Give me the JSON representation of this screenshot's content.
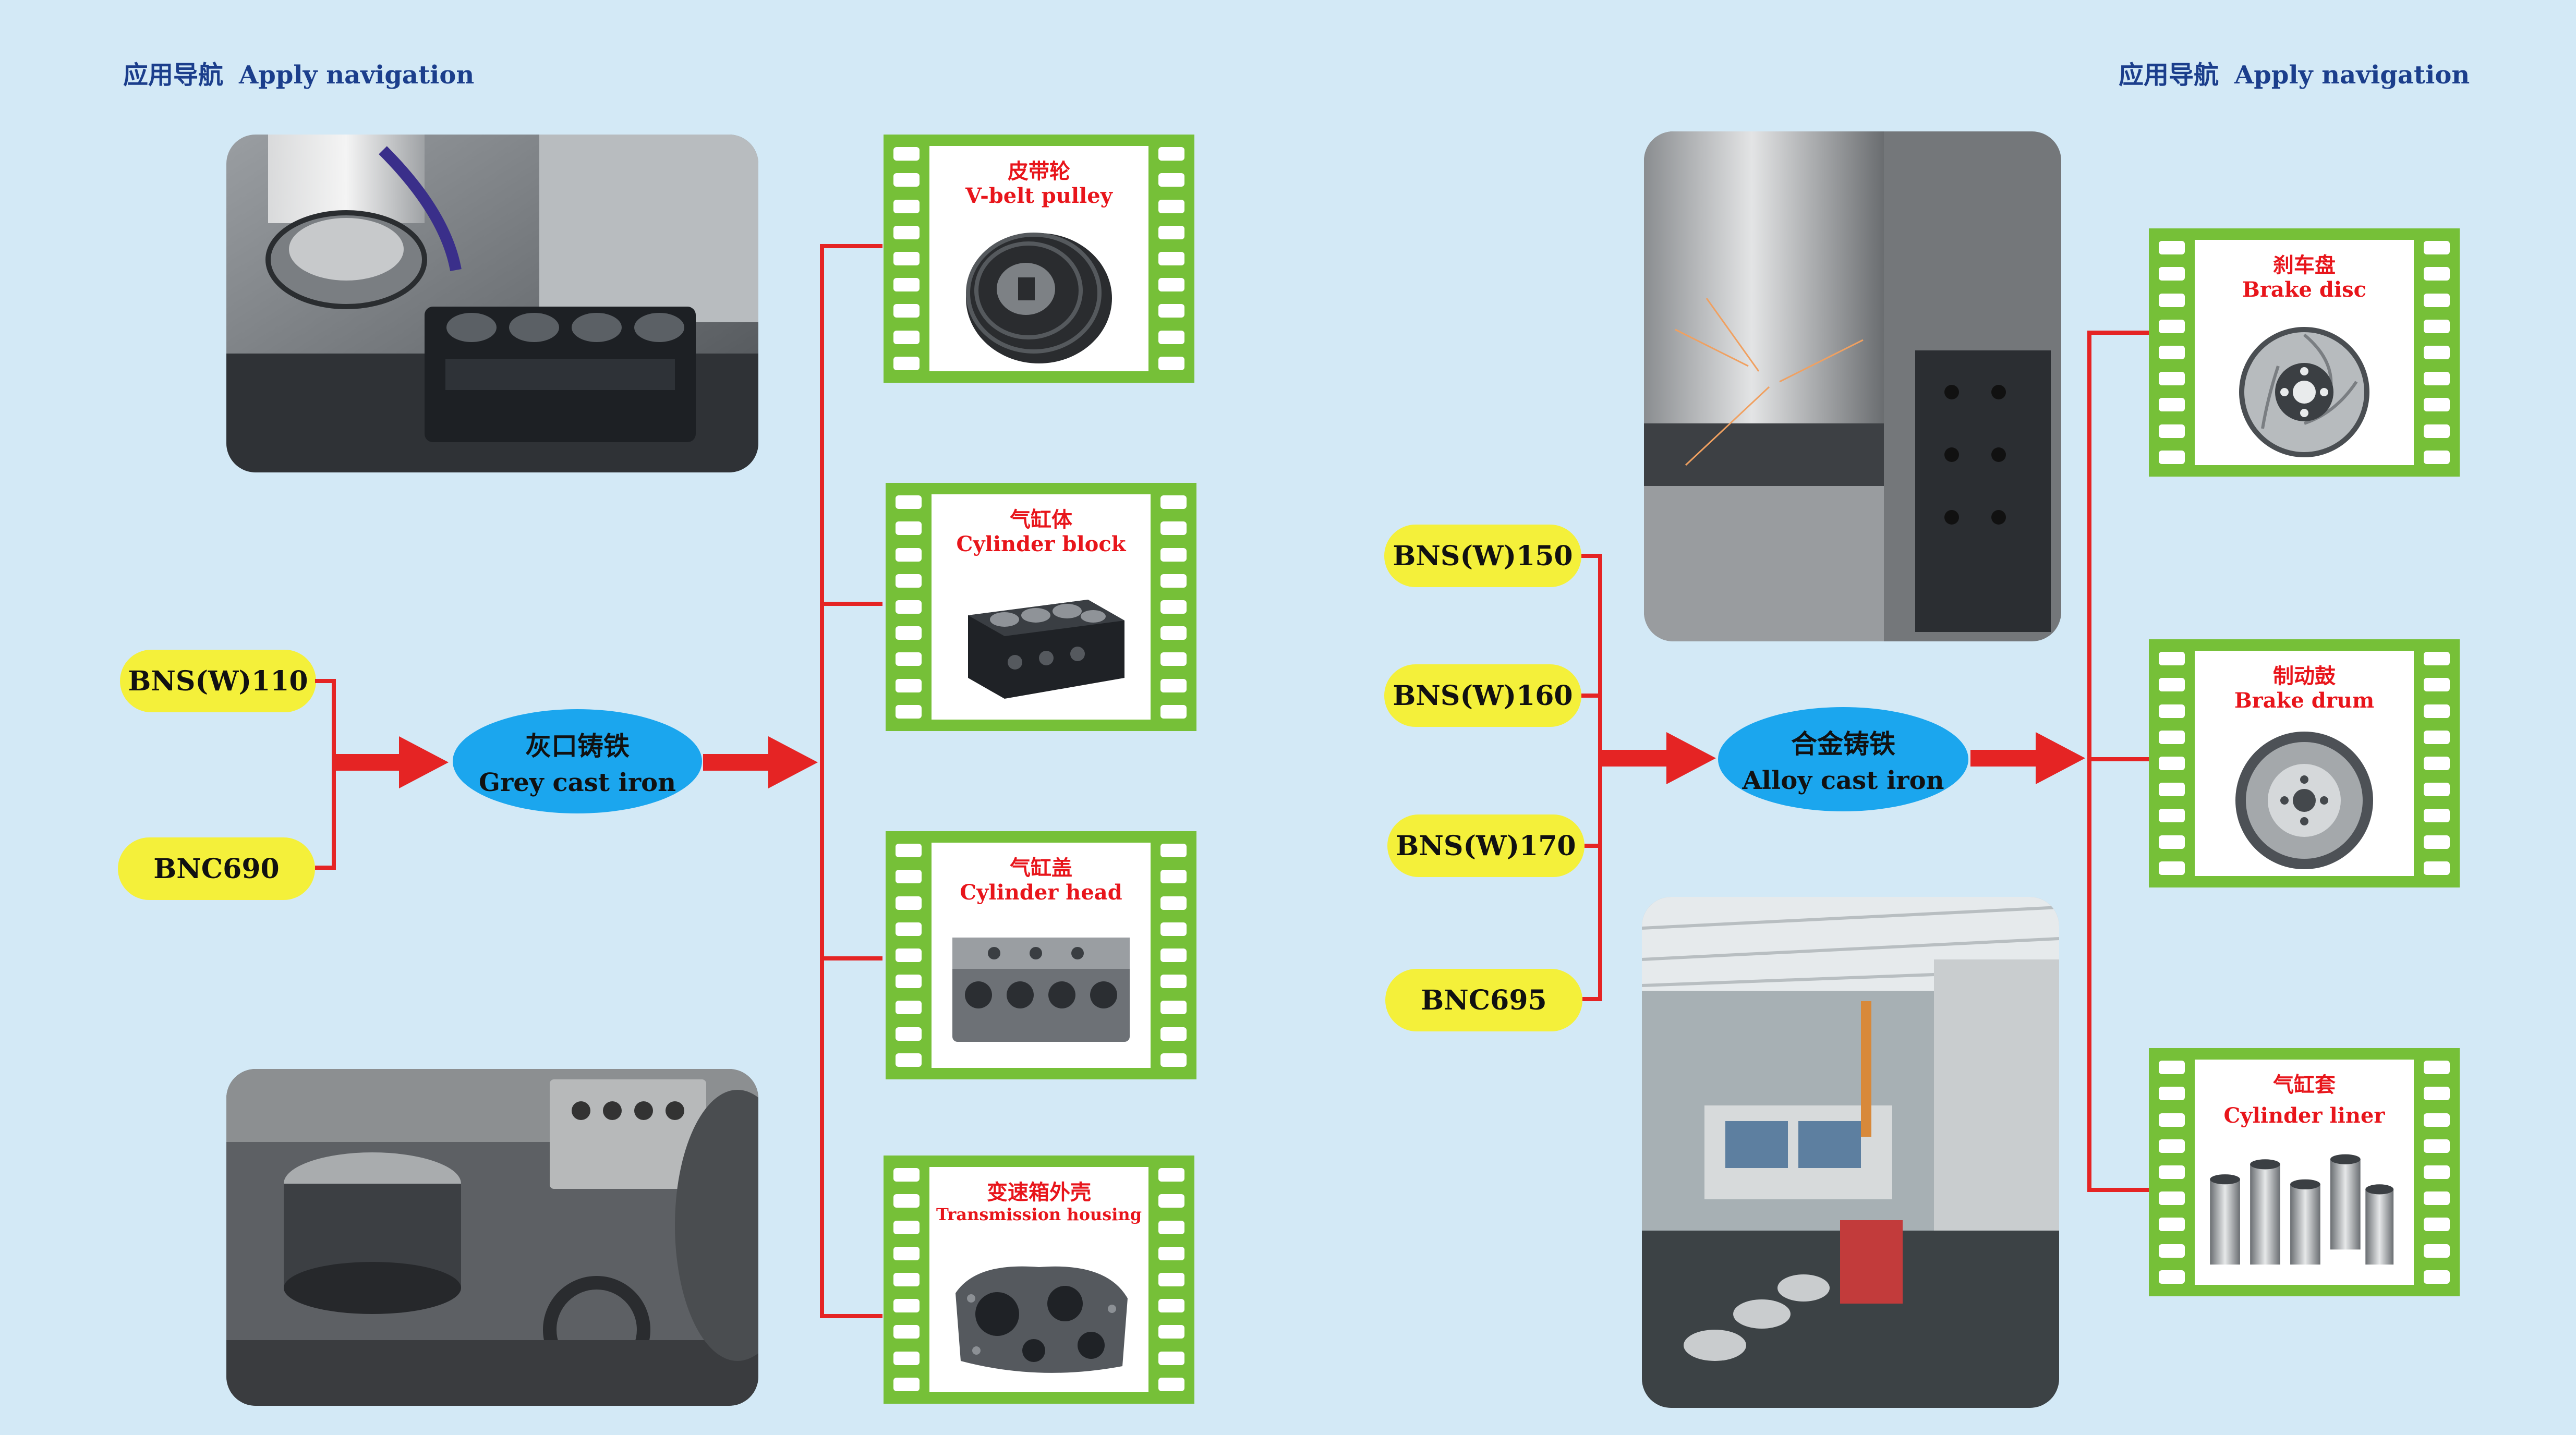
{
  "header": {
    "left": {
      "cn": "应用导航",
      "en": "Apply navigation"
    },
    "right": {
      "cn": "应用导航",
      "en": "Apply navigation"
    }
  },
  "left_panel": {
    "grades": [
      "BNS(W)110",
      "BNC690"
    ],
    "material": {
      "cn": "灰口铸铁",
      "en": "Grey cast iron"
    },
    "products": [
      {
        "cn": "皮带轮",
        "en": "V-belt pulley",
        "icon": "pulley-icon"
      },
      {
        "cn": "气缸体",
        "en": "Cylinder block",
        "icon": "engine-block-icon"
      },
      {
        "cn": "气缸盖",
        "en": "Cylinder head",
        "icon": "cylinder-head-icon"
      },
      {
        "cn": "变速箱外壳",
        "en": "Transmission housing",
        "icon": "gearbox-icon"
      }
    ]
  },
  "right_panel": {
    "grades": [
      "BNS(W)150",
      "BNS(W)160",
      "BNS(W)170",
      "BNC695"
    ],
    "material": {
      "cn": "合金铸铁",
      "en": "Alloy cast iron"
    },
    "products": [
      {
        "cn": "刹车盘",
        "en": "Brake disc",
        "icon": "brake-disc-icon"
      },
      {
        "cn": "制动鼓",
        "en": "Brake drum",
        "icon": "brake-drum-icon"
      },
      {
        "cn": "气缸套",
        "en": "Cylinder liner",
        "icon": "liner-icon"
      }
    ]
  },
  "colors": {
    "background": "#d3e9f6",
    "pill": "#f4f03a",
    "material": "#1ba6ee",
    "connector": "#e52424",
    "film": "#76c038",
    "label": "#e8151b",
    "title": "#1b3e8c"
  }
}
